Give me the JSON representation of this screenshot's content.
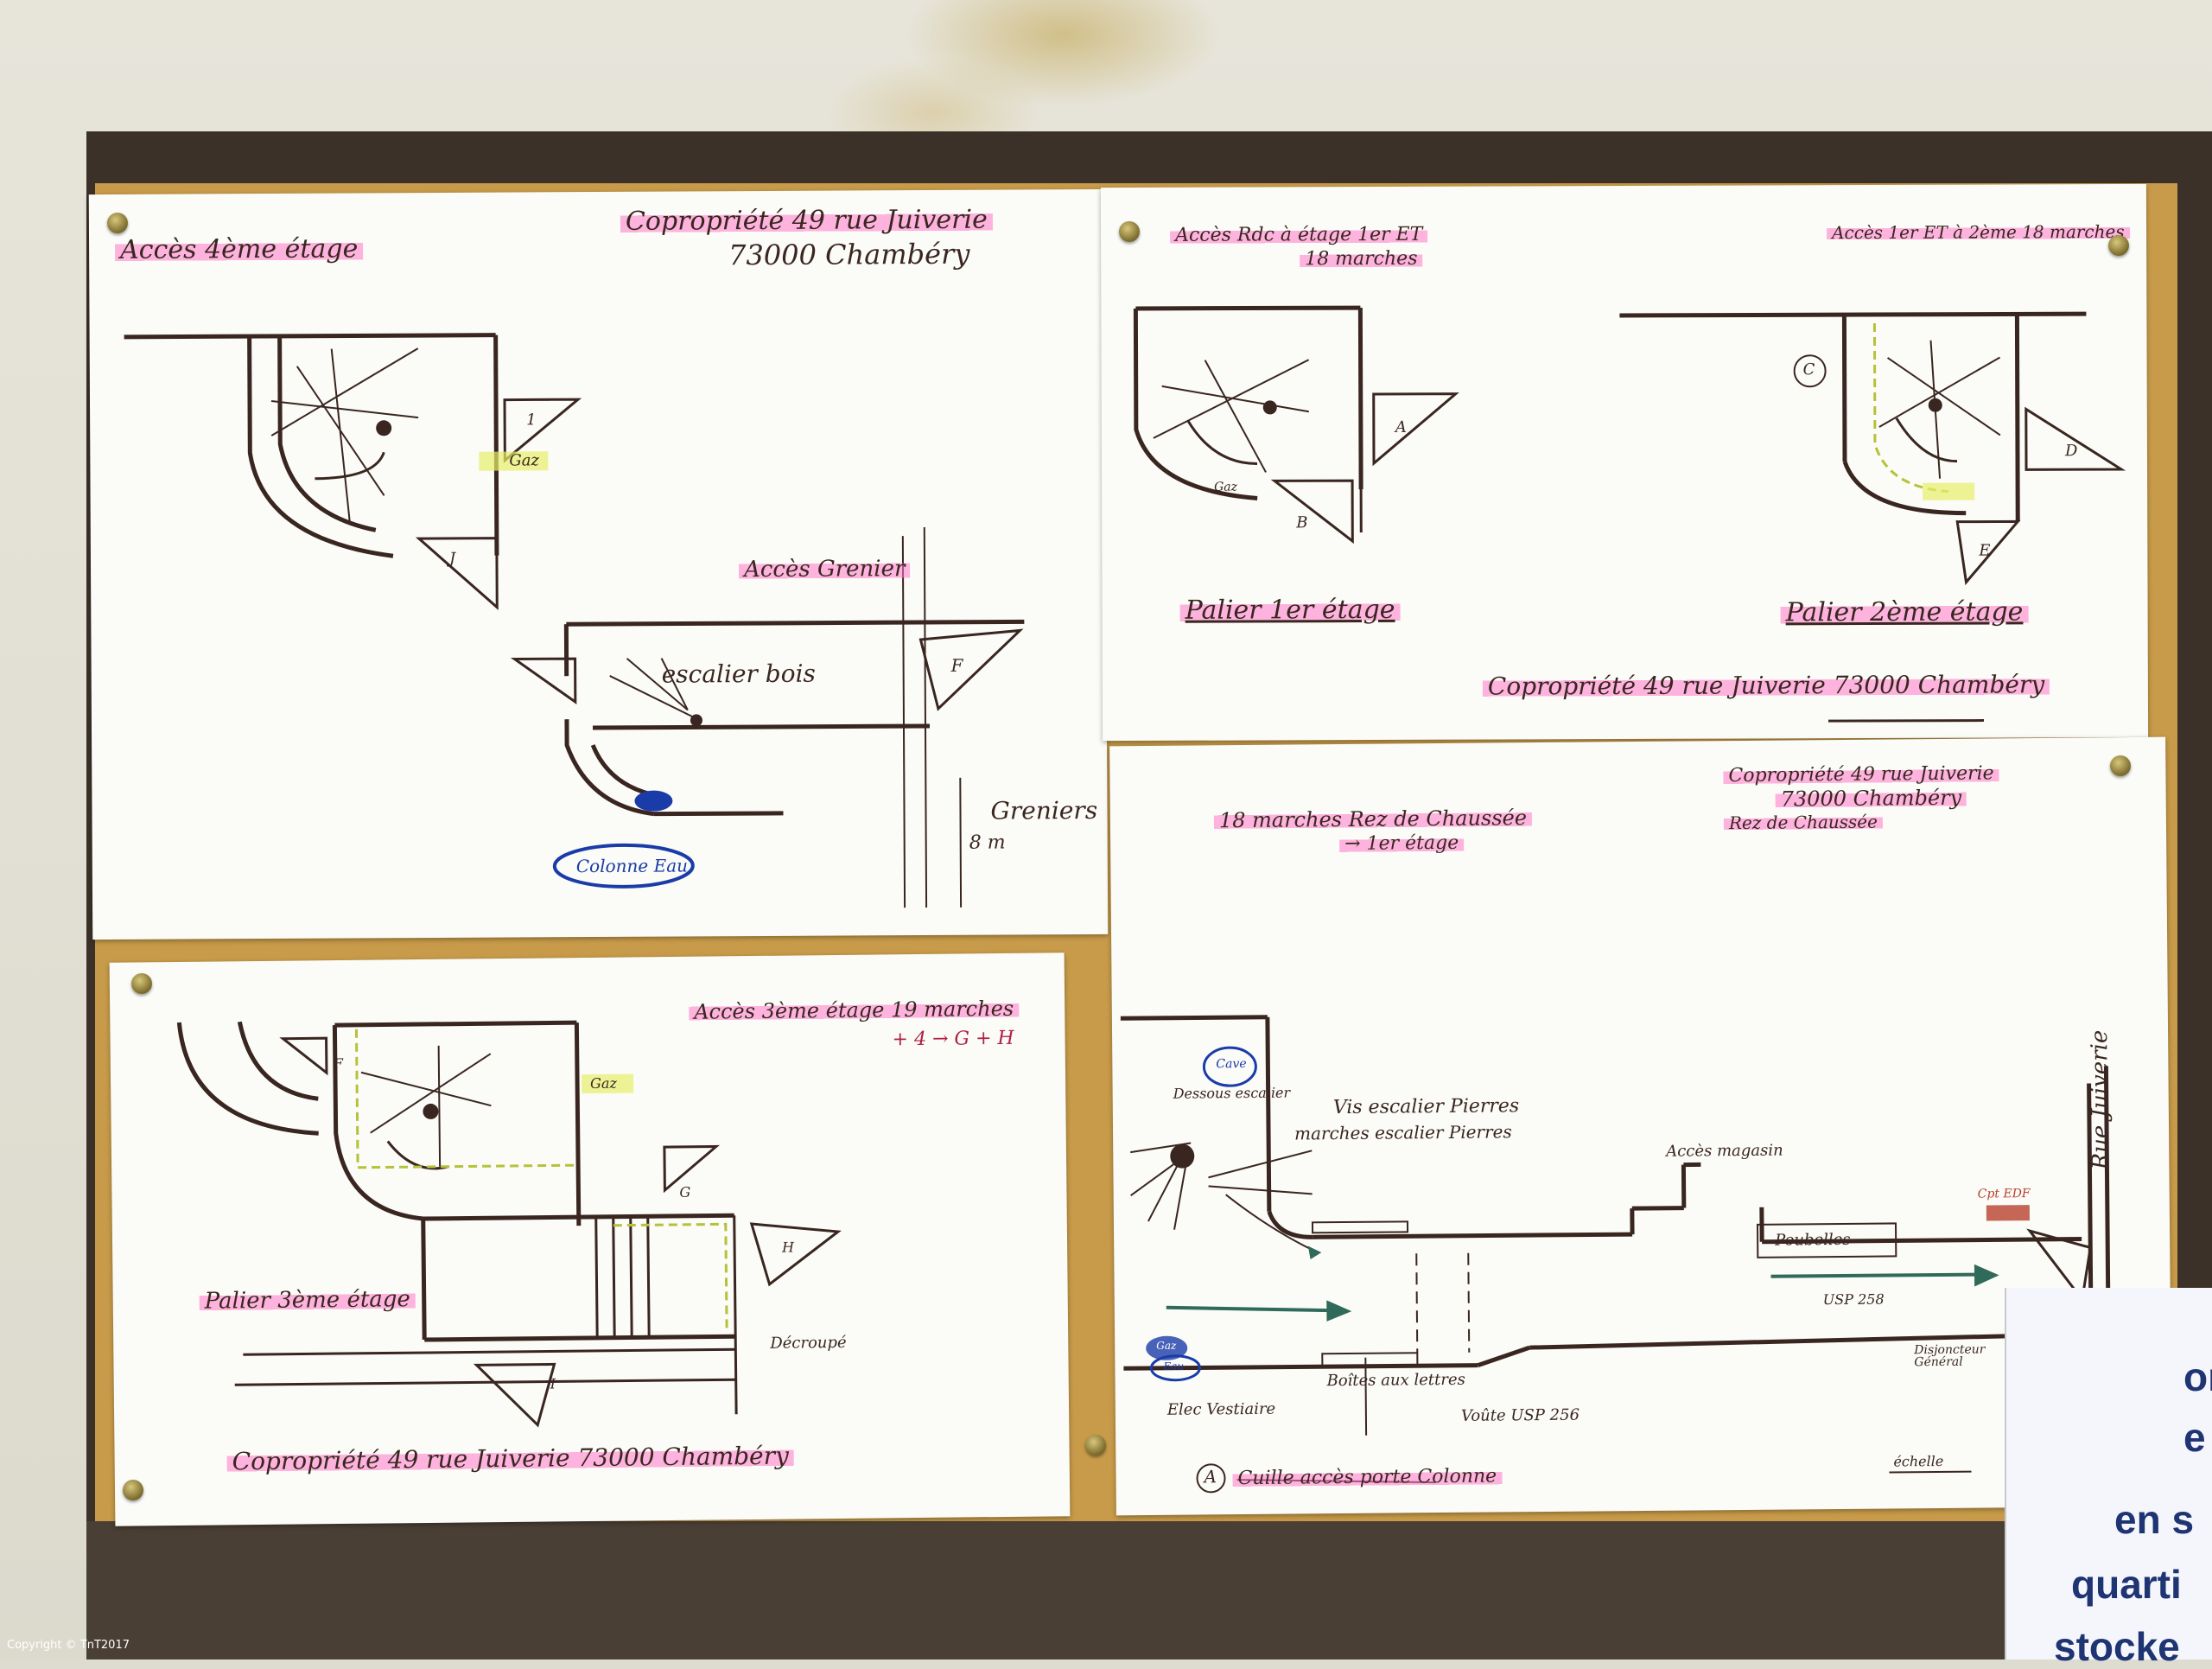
{
  "sheets": {
    "top_left": {
      "title_left": "Accès 4ème étage",
      "address_line1": "Copropriété 49 rue Juiverie",
      "address_line2": "73000 Chambéry",
      "label_grenier": "Accès Grenier",
      "label_escalier": "escalier bois",
      "label_greniers": "Greniers",
      "label_height": "8 m",
      "label_gaz": "Gaz",
      "label_blue": "Colonne Eau",
      "tag_1": "1",
      "tag_2": "J",
      "tag_3": "F"
    },
    "top_right": {
      "title_left_line1": "Accès Rdc à étage 1er ET",
      "title_left_line2": "18 marches",
      "title_right": "Accès 1er ET à 2ème 18 marches",
      "label_palier1": "Palier 1er étage",
      "label_palier2": "Palier 2ème étage",
      "address": "Copropriété 49 rue Juiverie 73000 Chambéry",
      "label_gaz": "Gaz",
      "tag_a": "A",
      "tag_b": "B",
      "tag_c": "C",
      "tag_d": "D",
      "tag_e": "E"
    },
    "bottom_left": {
      "title_line1": "Accès 3ème étage 19 marches",
      "title_line2": "+ 4 → G + H",
      "label_palier": "Palier 3ème étage",
      "address": "Copropriété 49 rue Juiverie 73000 Chambéry",
      "label_gaz": "Gaz",
      "label_decoupe": "Décroupé",
      "tag_f": "F",
      "tag_g": "G",
      "tag_h": "H",
      "tag_i": "I"
    },
    "bottom_right": {
      "address_line1": "Copropriété 49 rue Juiverie",
      "address_line2": "73000 Chambéry",
      "address_line3": "Rez de Chaussée",
      "title_line1": "18 marches Rez de Chaussée",
      "title_line2": "→ 1er étage",
      "label_dessous": "Dessous escalier",
      "label_vis": "Vis escalier Pierres",
      "label_marches": "marches escalier Pierres",
      "label_acces_magasin": "Accès magasin",
      "label_poubelles": "Poubelles",
      "label_rue": "Rue Juiverie",
      "label_voute1": "Voûte USP 256",
      "label_voute2": "USP 258",
      "label_boite": "Boîtes aux lettres",
      "label_cave": "Cave",
      "label_electricite": "Elec Vestiaire",
      "label_compteur": "Cpt EDF",
      "label_disjoncteur": "Disjoncteur Général",
      "label_footer": "Cuille accès porte Colonne",
      "label_echelle": "échelle",
      "tag_a": "A",
      "blue_tag_1": "Gaz",
      "blue_tag_2": "Eau"
    }
  },
  "poster": {
    "line1": "or",
    "line2": "e",
    "line3": "en s",
    "line4": "quarti",
    "line5": "stocke"
  },
  "copyright": "Copyright © TnT2017",
  "colors": {
    "board": "#c79b49",
    "ink": "#3a2620",
    "highlight_pink": "#ff78c8",
    "highlight_yellow": "#e7ef6a",
    "blue_ink": "#1a3ca8"
  }
}
